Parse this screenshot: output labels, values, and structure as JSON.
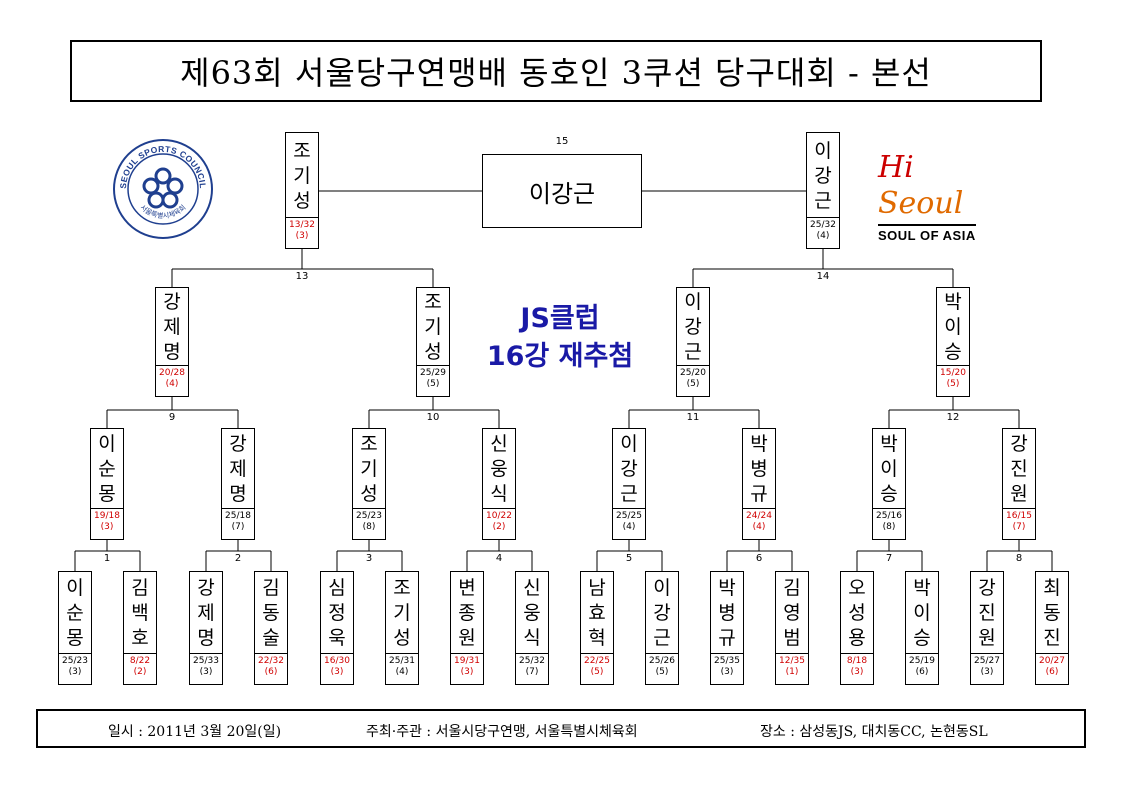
{
  "title": "제63회 서울당구연맹배 동호인 3쿠션 당구대회 - 본선",
  "center_note": {
    "line1": "JS클럽",
    "line2": "16강 재추첨"
  },
  "logos": {
    "left_ring_text": "SEOUL SPORTS COUNCIL",
    "left_bottom_text": "서울특별시체육회",
    "right_main_hi": "Hi",
    "right_main_seoul": "Seoul",
    "right_tagline": "SOUL OF ASIA"
  },
  "footer": {
    "date": "일시 : 2011년 3월 20일(일)",
    "host": "주최·주관 : 서울시당구연맹, 서울특별시체육회",
    "venue": "장소 : 삼성동JS, 대치동CC, 논현동SL"
  },
  "colors": {
    "loss_score": "#d00000",
    "center_note": "#1a1aa6",
    "logo_red": "#cc0000"
  },
  "champion": {
    "match_no": "15",
    "name": "이강근"
  },
  "rounds": {
    "r32": [
      {
        "id": "r32-1",
        "name": "이순몽",
        "score": "25/23",
        "seq": "(3)",
        "red": false
      },
      {
        "id": "r32-2",
        "name": "김백호",
        "score": "8/22",
        "seq": "(2)",
        "red": true
      },
      {
        "id": "r32-3",
        "name": "강제명",
        "score": "25/33",
        "seq": "(3)",
        "red": false
      },
      {
        "id": "r32-4",
        "name": "김동술",
        "score": "22/32",
        "seq": "(6)",
        "red": true
      },
      {
        "id": "r32-5",
        "name": "심정욱",
        "score": "16/30",
        "seq": "(3)",
        "red": true
      },
      {
        "id": "r32-6",
        "name": "조기성",
        "score": "25/31",
        "seq": "(4)",
        "red": false
      },
      {
        "id": "r32-7",
        "name": "변종원",
        "score": "19/31",
        "seq": "(3)",
        "red": true
      },
      {
        "id": "r32-8",
        "name": "신웅식",
        "score": "25/32",
        "seq": "(7)",
        "red": false
      },
      {
        "id": "r32-9",
        "name": "남효혁",
        "score": "22/25",
        "seq": "(5)",
        "red": true
      },
      {
        "id": "r32-10",
        "name": "이강근",
        "score": "25/26",
        "seq": "(5)",
        "red": false
      },
      {
        "id": "r32-11",
        "name": "박병규",
        "score": "25/35",
        "seq": "(3)",
        "red": false
      },
      {
        "id": "r32-12",
        "name": "김영범",
        "score": "12/35",
        "seq": "(1)",
        "red": true
      },
      {
        "id": "r32-13",
        "name": "오성용",
        "score": "8/18",
        "seq": "(3)",
        "red": true
      },
      {
        "id": "r32-14",
        "name": "박이승",
        "score": "25/19",
        "seq": "(6)",
        "red": false
      },
      {
        "id": "r32-15",
        "name": "강진원",
        "score": "25/27",
        "seq": "(3)",
        "red": false
      },
      {
        "id": "r32-16",
        "name": "최동진",
        "score": "20/27",
        "seq": "(6)",
        "red": true
      }
    ],
    "r16": [
      {
        "id": "r16-1",
        "name": "이순몽",
        "score": "19/18",
        "seq": "(3)",
        "red": true
      },
      {
        "id": "r16-2",
        "name": "강제명",
        "score": "25/18",
        "seq": "(7)",
        "red": false
      },
      {
        "id": "r16-3",
        "name": "조기성",
        "score": "25/23",
        "seq": "(8)",
        "red": false
      },
      {
        "id": "r16-4",
        "name": "신웅식",
        "score": "10/22",
        "seq": "(2)",
        "red": true
      },
      {
        "id": "r16-5",
        "name": "이강근",
        "score": "25/25",
        "seq": "(4)",
        "red": false
      },
      {
        "id": "r16-6",
        "name": "박병규",
        "score": "24/24",
        "seq": "(4)",
        "red": true
      },
      {
        "id": "r16-7",
        "name": "박이승",
        "score": "25/16",
        "seq": "(8)",
        "red": false
      },
      {
        "id": "r16-8",
        "name": "강진원",
        "score": "16/15",
        "seq": "(7)",
        "red": true
      }
    ],
    "qf": [
      {
        "id": "qf-1",
        "name": "강제명",
        "score": "20/28",
        "seq": "(4)",
        "red": true
      },
      {
        "id": "qf-2",
        "name": "조기성",
        "score": "25/29",
        "seq": "(5)",
        "red": false
      },
      {
        "id": "qf-3",
        "name": "이강근",
        "score": "25/20",
        "seq": "(5)",
        "red": false
      },
      {
        "id": "qf-4",
        "name": "박이승",
        "score": "15/20",
        "seq": "(5)",
        "red": true
      }
    ],
    "sf": [
      {
        "id": "sf-1",
        "name": "조기성",
        "score": "13/32",
        "seq": "(3)",
        "red": true
      },
      {
        "id": "sf-2",
        "name": "이강근",
        "score": "25/32",
        "seq": "(4)",
        "red": false
      }
    ]
  },
  "match_numbers": [
    "1",
    "2",
    "3",
    "4",
    "5",
    "6",
    "7",
    "8",
    "9",
    "10",
    "11",
    "12",
    "13",
    "14"
  ]
}
